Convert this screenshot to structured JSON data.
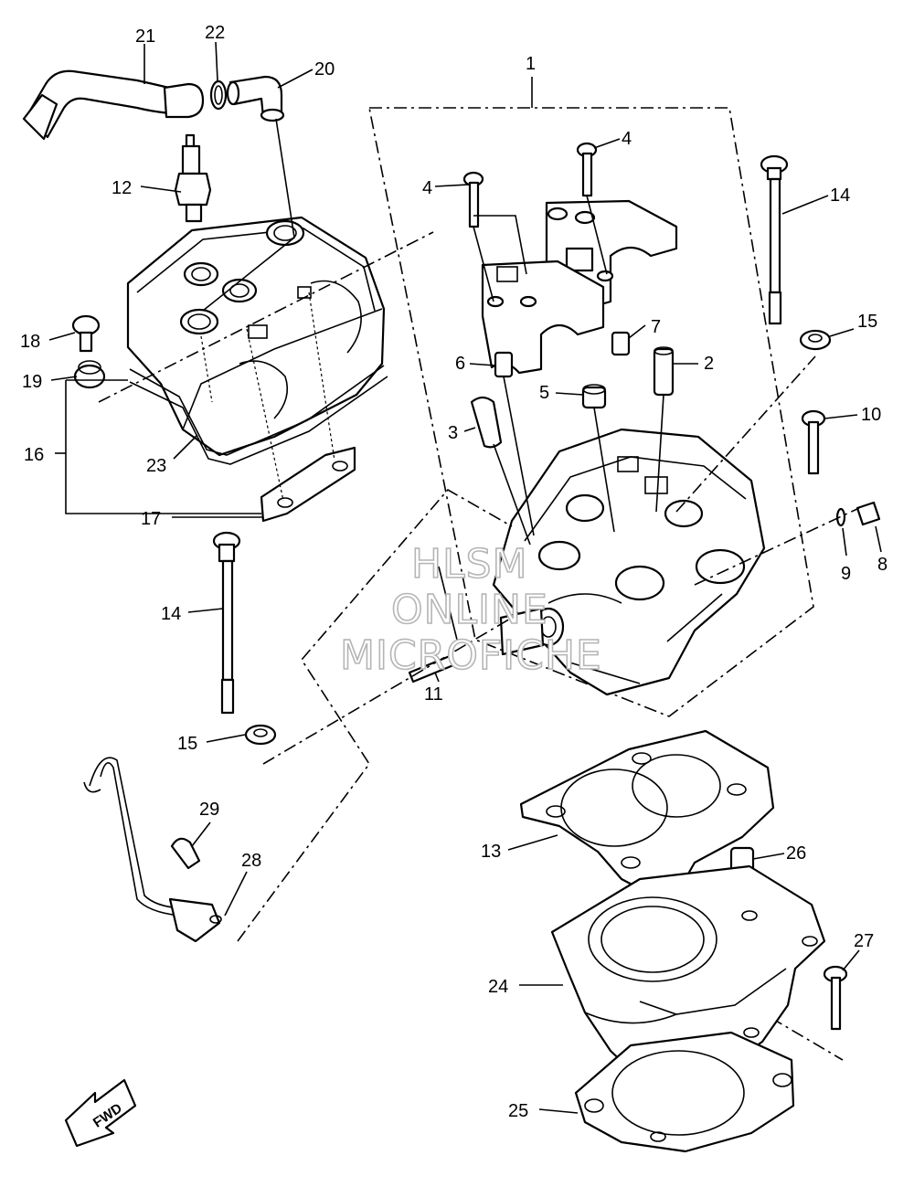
{
  "watermark": {
    "line1": "HLSM",
    "line2": "ONLINE",
    "line3": "MICROFICHE"
  },
  "fwd_label": "FWD",
  "callouts": [
    {
      "id": "c1",
      "label": "1"
    },
    {
      "id": "c2",
      "label": "2"
    },
    {
      "id": "c3",
      "label": "3"
    },
    {
      "id": "c4a",
      "label": "4"
    },
    {
      "id": "c4b",
      "label": "4"
    },
    {
      "id": "c5",
      "label": "5"
    },
    {
      "id": "c6",
      "label": "6"
    },
    {
      "id": "c7",
      "label": "7"
    },
    {
      "id": "c8",
      "label": "8"
    },
    {
      "id": "c9",
      "label": "9"
    },
    {
      "id": "c10",
      "label": "10"
    },
    {
      "id": "c11",
      "label": "11"
    },
    {
      "id": "c12",
      "label": "12"
    },
    {
      "id": "c13",
      "label": "13"
    },
    {
      "id": "c14a",
      "label": "14"
    },
    {
      "id": "c14b",
      "label": "14"
    },
    {
      "id": "c15a",
      "label": "15"
    },
    {
      "id": "c15b",
      "label": "15"
    },
    {
      "id": "c16",
      "label": "16"
    },
    {
      "id": "c17",
      "label": "17"
    },
    {
      "id": "c18",
      "label": "18"
    },
    {
      "id": "c19",
      "label": "19"
    },
    {
      "id": "c20",
      "label": "20"
    },
    {
      "id": "c21",
      "label": "21"
    },
    {
      "id": "c22",
      "label": "22"
    },
    {
      "id": "c23",
      "label": "23"
    },
    {
      "id": "c24",
      "label": "24"
    },
    {
      "id": "c25",
      "label": "25"
    },
    {
      "id": "c26",
      "label": "26"
    },
    {
      "id": "c27",
      "label": "27"
    },
    {
      "id": "c28",
      "label": "28"
    },
    {
      "id": "c29",
      "label": "29"
    }
  ]
}
